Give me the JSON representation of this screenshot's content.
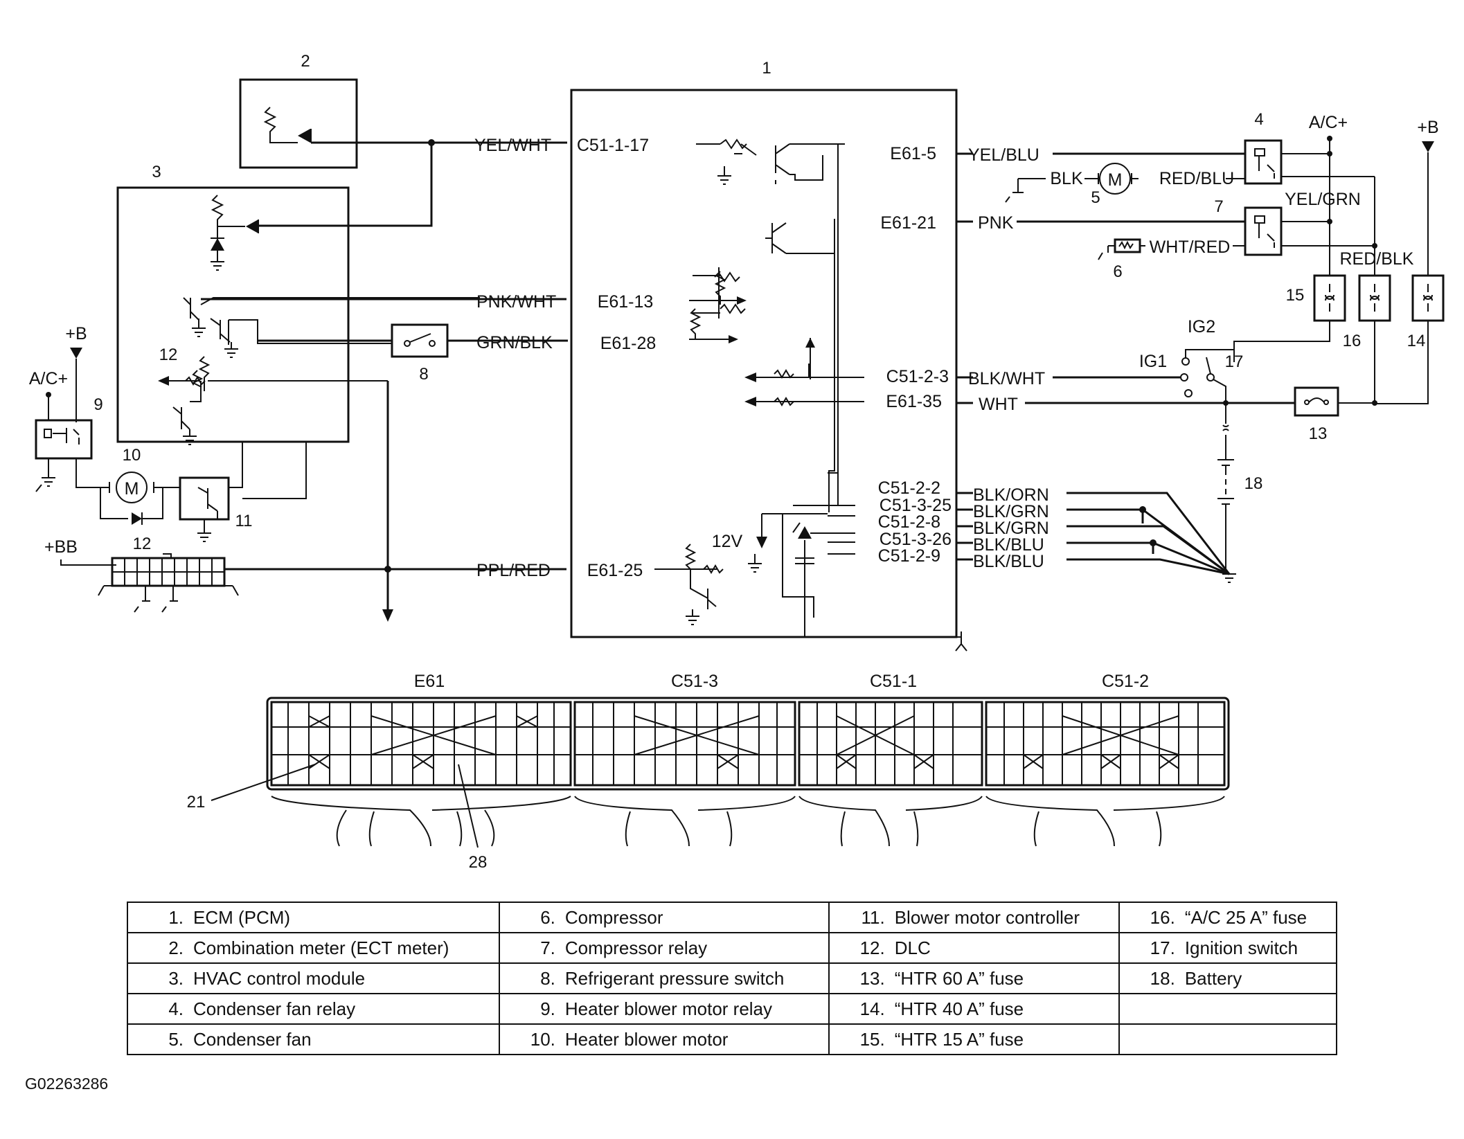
{
  "components": [
    {
      "num": "1",
      "name": "ECM (PCM)"
    },
    {
      "num": "2",
      "name": "Combination meter (ECT meter)"
    },
    {
      "num": "3",
      "name": "HVAC control module"
    },
    {
      "num": "4",
      "name": "Condenser fan relay"
    },
    {
      "num": "5",
      "name": "Condenser fan"
    },
    {
      "num": "6",
      "name": "Compressor"
    },
    {
      "num": "7",
      "name": "Compressor relay"
    },
    {
      "num": "8",
      "name": "Refrigerant pressure switch"
    },
    {
      "num": "9",
      "name": "Heater blower motor relay"
    },
    {
      "num": "10",
      "name": "Heater blower motor"
    },
    {
      "num": "11",
      "name": "Blower motor controller"
    },
    {
      "num": "12",
      "name": "DLC"
    },
    {
      "num": "13",
      "name": "“HTR 60 A” fuse"
    },
    {
      "num": "14",
      "name": "“HTR 40 A” fuse"
    },
    {
      "num": "15",
      "name": "“HTR 15 A” fuse"
    },
    {
      "num": "16",
      "name": "“A/C 25 A” fuse"
    },
    {
      "num": "17",
      "name": "Ignition switch"
    },
    {
      "num": "18",
      "name": "Battery"
    }
  ],
  "wires": {
    "yel_wht": "YEL/WHT",
    "pnk_wht": "PNK/WHT",
    "grn_blk": "GRN/BLK",
    "ppl_red": "PPL/RED",
    "yel_blu": "YEL/BLU",
    "pnk": "PNK",
    "blk_wht": "BLK/WHT",
    "wht": "WHT",
    "blk_orn": "BLK/ORN",
    "blk_grn_1": "BLK/GRN",
    "blk_grn_2": "BLK/GRN",
    "blk_blu_1": "BLK/BLU",
    "blk_blu_2": "BLK/BLU",
    "blk": "BLK",
    "red_blu": "RED/BLU",
    "wht_red": "WHT/RED",
    "yel_grn": "YEL/GRN",
    "red_blk": "RED/BLK"
  },
  "terminals": {
    "c51_1_17": "C51-1-17",
    "e61_13": "E61-13",
    "e61_28": "E61-28",
    "e61_25": "E61-25",
    "e61_5": "E61-5",
    "e61_21": "E61-21",
    "c51_2_3": "C51-2-3",
    "e61_35": "E61-35",
    "c51_2_2": "C51-2-2",
    "c51_3_25": "C51-3-25",
    "c51_2_8": "C51-2-8",
    "c51_3_26": "C51-3-26",
    "c51_2_9": "C51-2-9"
  },
  "power": {
    "b_left": "+B",
    "ac_left": "A/C+",
    "bb": "+BB",
    "ac_right": "A/C+",
    "b_right": "+B",
    "v12": "12V"
  },
  "switch": {
    "ig1": "IG1",
    "ig2": "IG2"
  },
  "motor_letter": "M",
  "connectors": {
    "e61": "E61",
    "c51_3": "C51-3",
    "c51_1": "C51-1",
    "c51_2": "C51-2",
    "pin21": "21",
    "pin28": "28"
  },
  "callouts": {
    "c1": "1",
    "c2": "2",
    "c3": "3",
    "c4": "4",
    "c5": "5",
    "c6": "6",
    "c7": "7",
    "c8": "8",
    "c9": "9",
    "c10": "10",
    "c11": "11",
    "c12a": "12",
    "c12b": "12",
    "c13": "13",
    "c14": "14",
    "c15": "15",
    "c16": "16",
    "c17": "17",
    "c18": "18"
  },
  "figure_id": "G02263286"
}
